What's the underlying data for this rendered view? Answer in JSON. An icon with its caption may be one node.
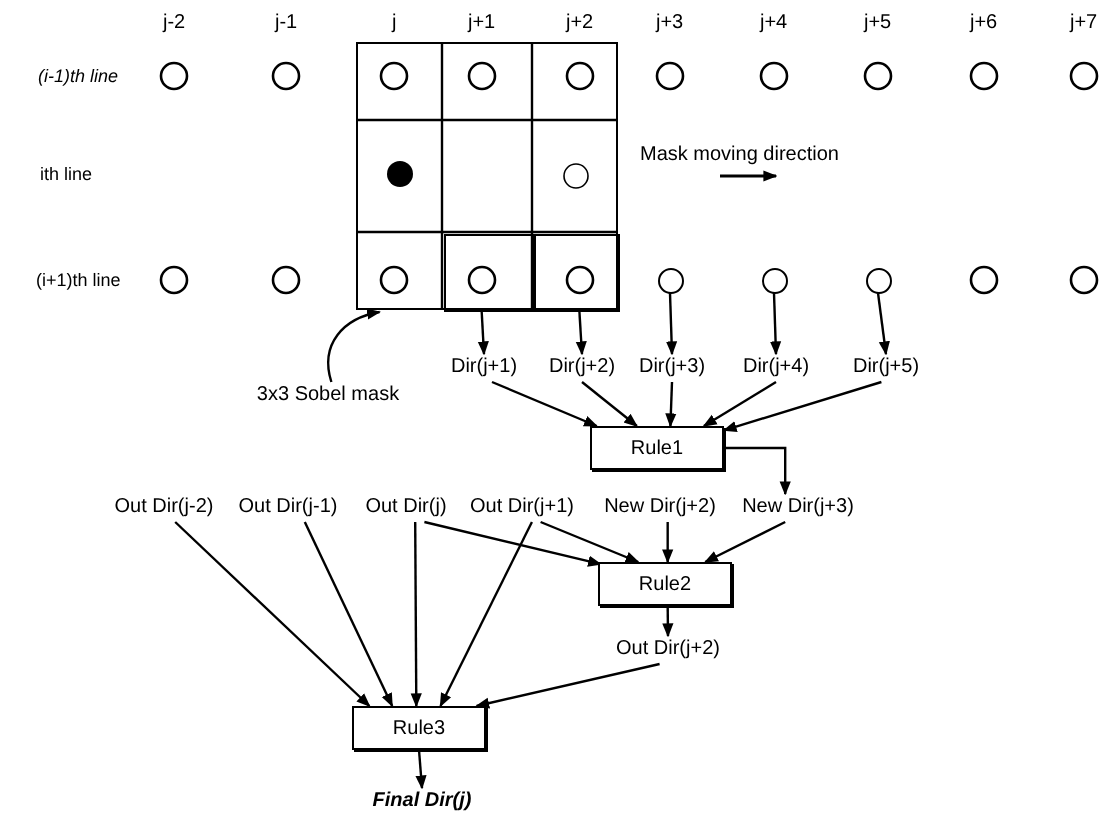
{
  "diagram": {
    "nodes": [
      {
        "text": [],
        "shape": "box"
      },
      {
        "text": [],
        "shape": "box",
        "in": 0
      },
      {
        "text": [],
        "shape": "box",
        "in": 0
      },
      {
        "text": [],
        "shape": "circle"
      },
      {
        "text": [],
        "shape": "circle"
      },
      {
        "text": [],
        "shape": "circle"
      },
      {
        "text": [
          "3x3 Sobel mask"
        ]
      },
      {
        "text": [
          "Dir(j+1)"
        ]
      },
      {
        "text": [
          "Dir(j+2)"
        ]
      },
      {
        "text": [
          "Dir(j+3)"
        ]
      },
      {
        "text": [
          "Dir(j+4)"
        ]
      },
      {
        "text": [
          "Dir(j+5)"
        ]
      },
      {
        "text": [
          "Rule1"
        ]
      },
      {
        "text": [
          "Out Dir(j-2)"
        ]
      },
      {
        "text": [
          "Out Dir(j-1)"
        ]
      },
      {
        "text": [
          "Out Dir(j)"
        ]
      },
      {
        "text": [
          "Out Dir(j+1)"
        ]
      },
      {
        "text": [
          "New Dir(j+2)"
        ]
      },
      {
        "text": [
          "New Dir(j+3)"
        ]
      },
      {
        "text": [
          "Rule2"
        ]
      },
      {
        "text": [
          "Out Dir(j+2)"
        ]
      },
      {
        "text": [
          "Rule3"
        ]
      },
      {
        "text": [
          "Final Dir(j)"
        ]
      }
    ],
    "edges": [
      {
        "from": 1,
        "to": 7,
        "arrow": "to"
      },
      {
        "from": 2,
        "to": 8,
        "arrow": "to"
      },
      {
        "from": 3,
        "to": 9,
        "arrow": "to"
      },
      {
        "from": 4,
        "to": 10,
        "arrow": "to"
      },
      {
        "from": 5,
        "to": 11,
        "arrow": "to"
      },
      {
        "from": 7,
        "to": 12,
        "arrow": "to"
      },
      {
        "from": 8,
        "to": 12,
        "arrow": "to"
      },
      {
        "from": 9,
        "to": 12,
        "arrow": "to"
      },
      {
        "from": 10,
        "to": 12,
        "arrow": "to"
      },
      {
        "from": 11,
        "to": 12,
        "arrow": "to"
      },
      {
        "from": 12,
        "to": 18,
        "arrow": "to"
      },
      {
        "from": 15,
        "to": 19,
        "arrow": "to"
      },
      {
        "from": 16,
        "to": 19,
        "arrow": "to"
      },
      {
        "from": 17,
        "to": 19,
        "arrow": "to"
      },
      {
        "from": 18,
        "to": 19,
        "arrow": "to"
      },
      {
        "from": 19,
        "to": 20,
        "arrow": "to"
      },
      {
        "from": 13,
        "to": 21,
        "arrow": "to"
      },
      {
        "from": 14,
        "to": 21,
        "arrow": "to"
      },
      {
        "from": 15,
        "to": 21,
        "arrow": "to"
      },
      {
        "from": 16,
        "to": 21,
        "arrow": "to"
      },
      {
        "from": 20,
        "to": 21,
        "arrow": "to"
      },
      {
        "from": 21,
        "to": 22,
        "arrow": "to"
      },
      {
        "from": 6,
        "to": 0,
        "arrow": "to"
      }
    ],
    "labels": [
      "j-2",
      "j-1",
      "j",
      "j+1",
      "j+2",
      "j+3",
      "j+4",
      "j+5",
      "j+6",
      "j+7",
      "(i-1)th line",
      "ith line",
      "Mask moving direction",
      "(i+1)th line"
    ]
  }
}
